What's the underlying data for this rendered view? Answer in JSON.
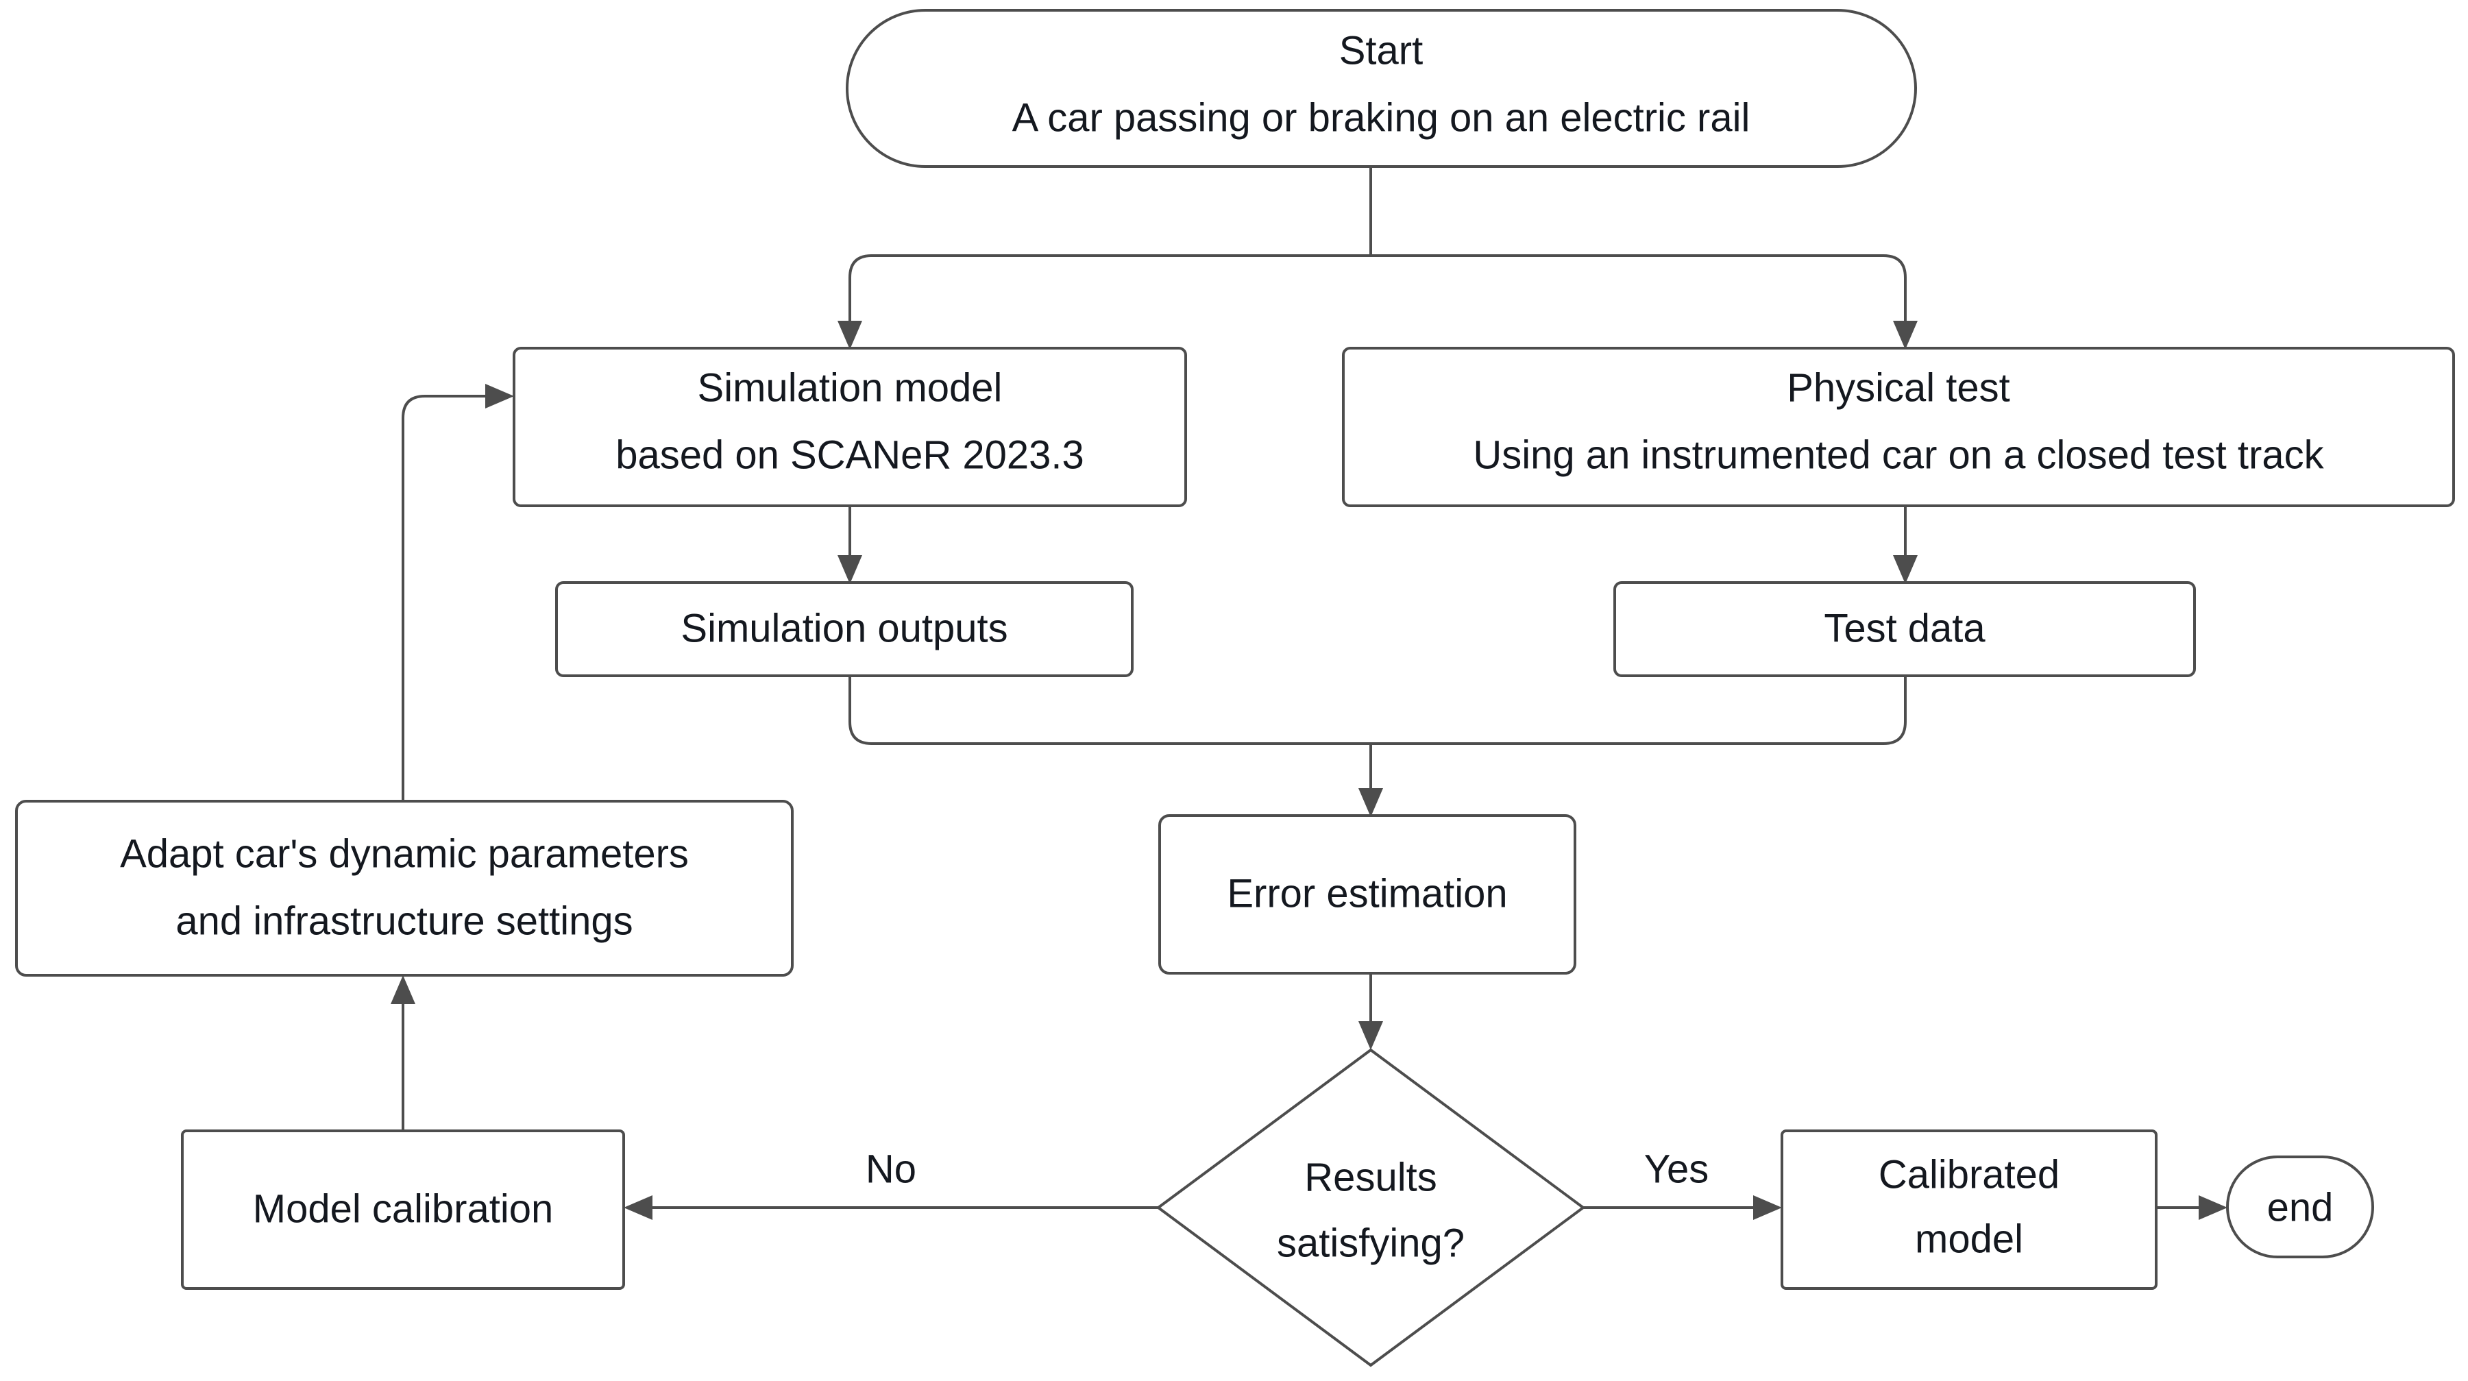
{
  "diagram": {
    "title": "Simulation model calibration workflow flowchart",
    "type": "flowchart",
    "colors": {
      "background": "#ffffff",
      "stroke": "#4d4d4d",
      "text": "#14181f",
      "fill": "#ffffff"
    },
    "nodes": {
      "start": {
        "shape": "stadium",
        "line1": "Start",
        "line2": "A car passing or braking on an electric rail"
      },
      "simulation_model": {
        "shape": "rectangle",
        "line1": "Simulation model",
        "line2": "based on SCANeR 2023.3"
      },
      "physical_test": {
        "shape": "rectangle",
        "line1": "Physical test",
        "line2": "Using an instrumented car on a closed test track"
      },
      "simulation_outputs": {
        "shape": "rectangle",
        "line1": "Simulation outputs"
      },
      "test_data": {
        "shape": "rectangle",
        "line1": "Test data"
      },
      "adapt_parameters": {
        "shape": "rectangle",
        "line1": "Adapt car's dynamic parameters",
        "line2": "and infrastructure settings"
      },
      "error_estimation": {
        "shape": "rectangle",
        "line1": "Error estimation"
      },
      "results_decision": {
        "shape": "diamond",
        "line1": "Results",
        "line2": "satisfying?"
      },
      "model_calibration": {
        "shape": "rectangle",
        "line1": "Model calibration"
      },
      "calibrated_model": {
        "shape": "rectangle",
        "line1": "Calibrated",
        "line2": "model"
      },
      "end": {
        "shape": "stadium",
        "line1": "end"
      }
    },
    "edge_labels": {
      "no": "No",
      "yes": "Yes"
    }
  }
}
